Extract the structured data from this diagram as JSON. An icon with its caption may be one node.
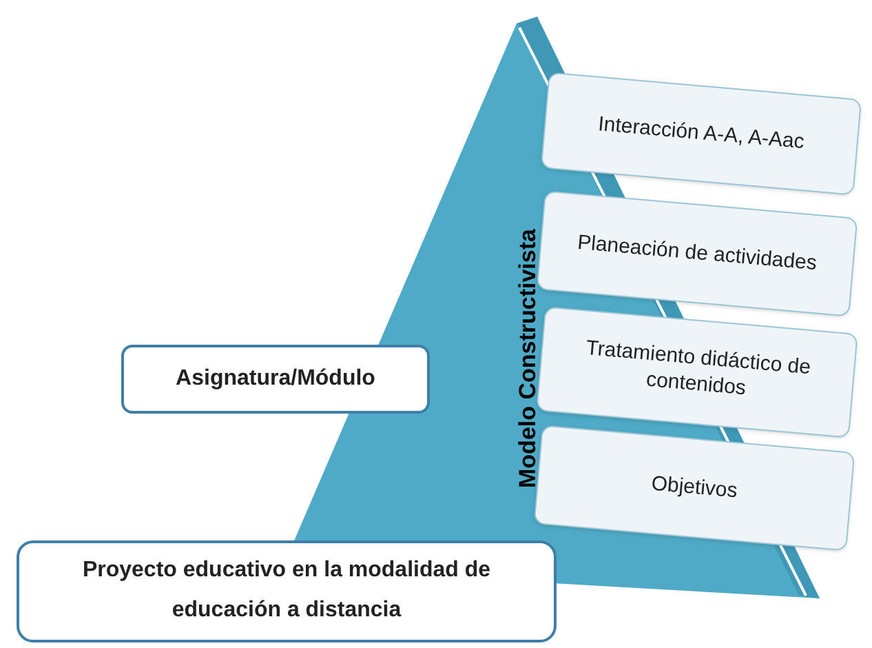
{
  "diagram": {
    "nodes": [
      {
        "text": [
          "Modelo Constructivista"
        ]
      },
      {
        "text": [
          "Interacción A-A, A-Aac"
        ]
      },
      {
        "text": [
          "Planeación de actividades"
        ]
      },
      {
        "text": [
          "Tratamiento didáctico de contenidos"
        ]
      },
      {
        "text": [
          "Objetivos"
        ]
      },
      {
        "text": [
          "Asignatura/Módulo"
        ]
      },
      {
        "text": [
          "Proyecto educativo en la modalidad de educación a distancia"
        ]
      }
    ],
    "edges": []
  }
}
